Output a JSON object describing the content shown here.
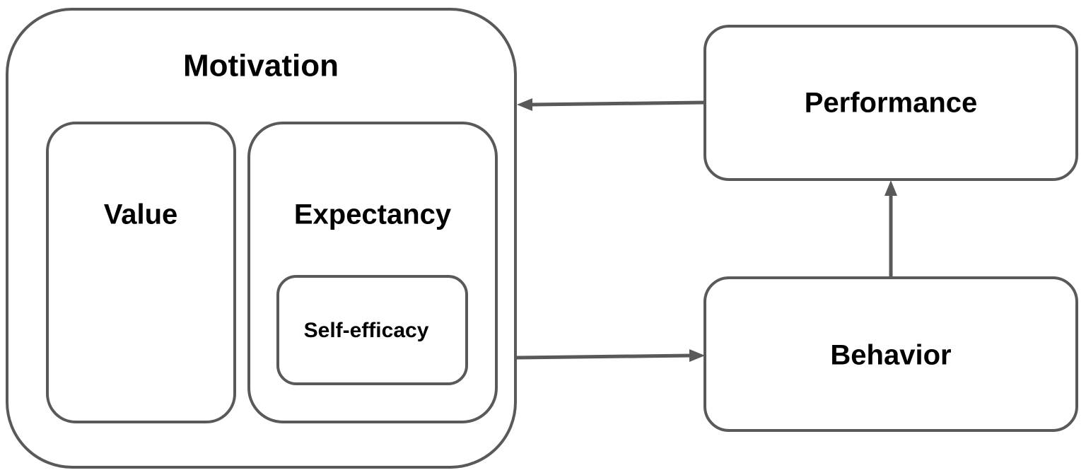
{
  "diagram": {
    "motivation": {
      "label": "Motivation"
    },
    "value": {
      "label": "Value"
    },
    "expectancy": {
      "label": "Expectancy"
    },
    "self_efficacy": {
      "label": "Self-efficacy"
    },
    "performance": {
      "label": "Performance"
    },
    "behavior": {
      "label": "Behavior"
    },
    "connections": [
      {
        "from": "performance",
        "to": "motivation"
      },
      {
        "from": "motivation",
        "to": "behavior"
      },
      {
        "from": "behavior",
        "to": "performance"
      }
    ]
  },
  "colors": {
    "stroke": "#595959",
    "text": "#000000",
    "background": "#ffffff"
  }
}
